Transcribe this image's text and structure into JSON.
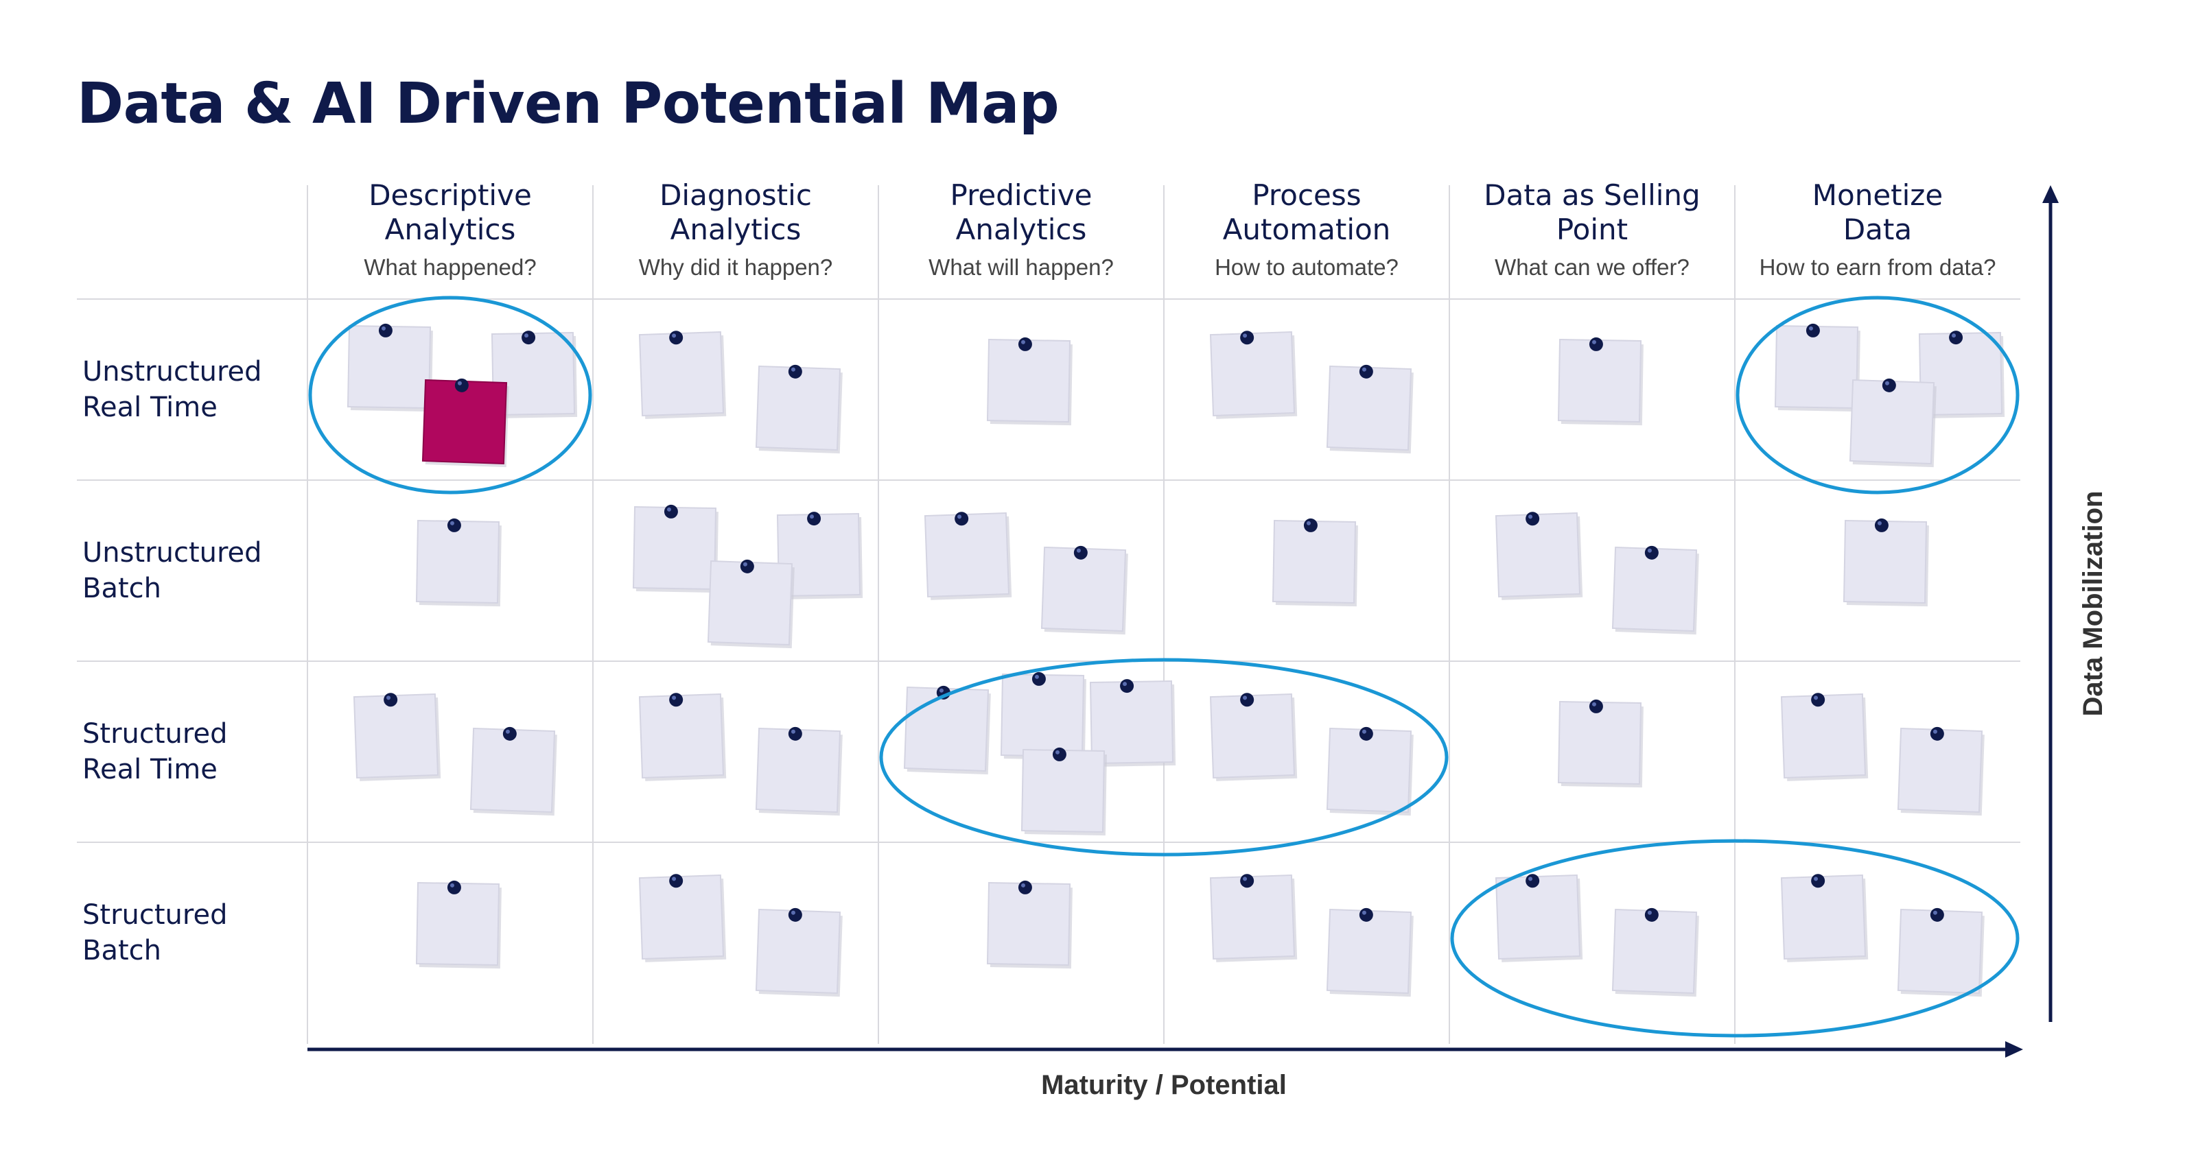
{
  "title": "Data & AI Driven Potential Map",
  "columns": [
    {
      "title_line1": "Descriptive",
      "title_line2": "Analytics",
      "subtitle": "What happened?"
    },
    {
      "title_line1": "Diagnostic",
      "title_line2": "Analytics",
      "subtitle": "Why did it happen?"
    },
    {
      "title_line1": "Predictive",
      "title_line2": "Analytics",
      "subtitle": "What will happen?"
    },
    {
      "title_line1": "Process",
      "title_line2": "Automation",
      "subtitle": "How to automate?"
    },
    {
      "title_line1": "Data as Selling",
      "title_line2": "Point",
      "subtitle": "What can we offer?"
    },
    {
      "title_line1": "Monetize",
      "title_line2": "Data",
      "subtitle": "How to earn from data?"
    }
  ],
  "rows": [
    {
      "line1": "Unstructured",
      "line2": "Real Time"
    },
    {
      "line1": "Unstructured",
      "line2": "Batch"
    },
    {
      "line1": "Structured",
      "line2": "Real Time"
    },
    {
      "line1": "Structured",
      "line2": "Batch"
    }
  ],
  "axes": {
    "x_label": "Maturity / Potential",
    "y_label": "Data Mobilization"
  },
  "colors": {
    "text": "#0f1a4a",
    "grid": "#d9d9de",
    "note": "#e6e6f2",
    "note_highlight": "#b0075e",
    "pin": "#0f1a4a",
    "circle": "#1a97d5"
  },
  "notes_per_cell": [
    [
      3,
      2,
      1,
      2,
      1,
      3
    ],
    [
      1,
      3,
      2,
      1,
      2,
      1
    ],
    [
      2,
      2,
      4,
      2,
      1,
      2
    ],
    [
      1,
      2,
      1,
      2,
      2,
      2
    ]
  ],
  "highlighted_note": {
    "row": 1,
    "column": 1
  },
  "circled_clusters": [
    {
      "rows": [
        1
      ],
      "columns": [
        1
      ]
    },
    {
      "rows": [
        1
      ],
      "columns": [
        6
      ]
    },
    {
      "rows": [
        3
      ],
      "columns": [
        3,
        4
      ]
    },
    {
      "rows": [
        4
      ],
      "columns": [
        5,
        6
      ]
    }
  ]
}
